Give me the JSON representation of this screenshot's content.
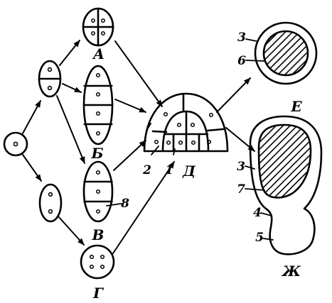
{
  "labels": {
    "A": "А",
    "B": "Б",
    "V": "В",
    "G": "Г",
    "D": "Д",
    "E": "Е",
    "ZH": "Ж"
  },
  "numbers": {
    "n1": "1",
    "n2": "2",
    "n3_e": "3",
    "n6": "6",
    "n3_zh": "3",
    "n7": "7",
    "n4": "4",
    "n5": "5",
    "n8": "8"
  },
  "colors": {
    "stroke": "#000000",
    "background": "#ffffff"
  }
}
